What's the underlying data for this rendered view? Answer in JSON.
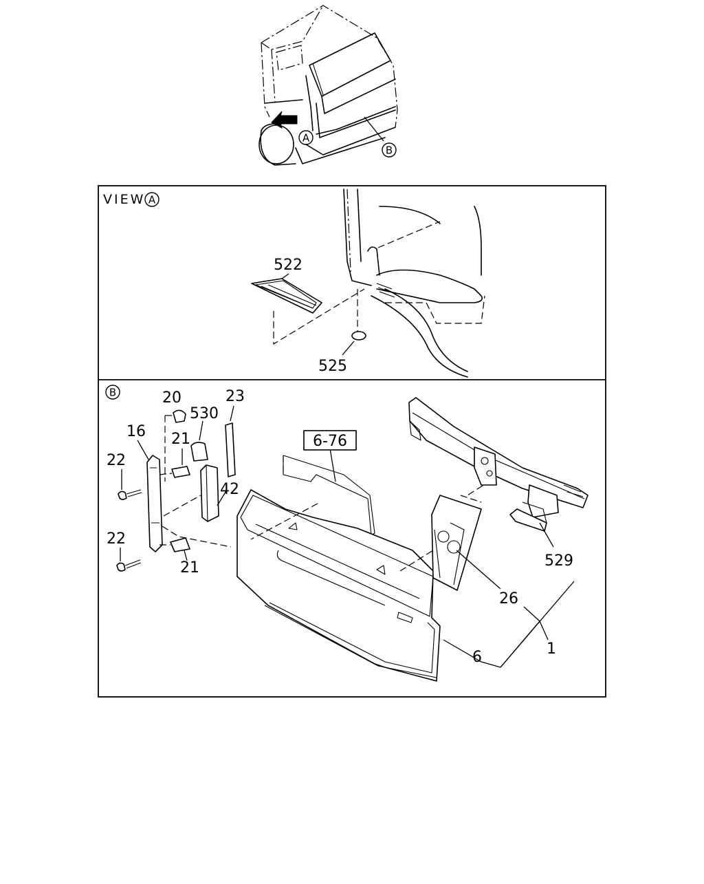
{
  "callouts": {
    "view_a": "A",
    "view_b": "B"
  },
  "view_a_panel": {
    "title": "VIEW",
    "marker": "A",
    "parts": [
      "522",
      "525"
    ]
  },
  "view_b_panel": {
    "marker": "B",
    "parts": [
      "20",
      "530",
      "23",
      "16",
      "21",
      "22",
      "42",
      "6-76",
      "22",
      "21",
      "529",
      "26",
      "1",
      "6"
    ]
  }
}
